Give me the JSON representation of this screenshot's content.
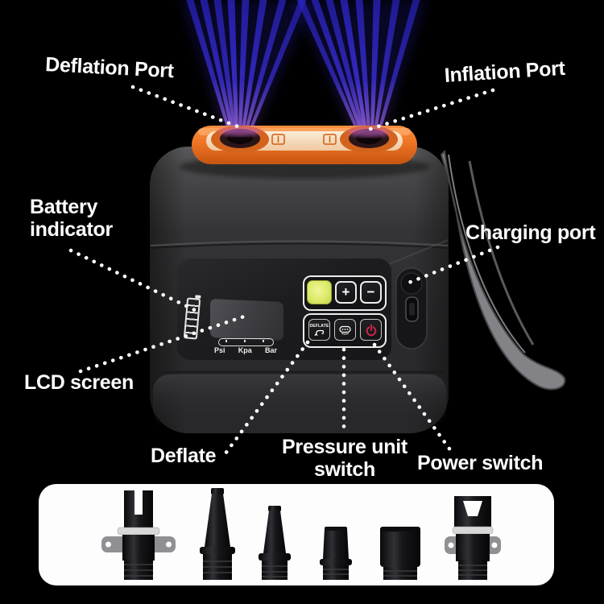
{
  "scene": {
    "background": "#000000",
    "description": "Portable electric air pump, annotated product diagram with nozzle attachments"
  },
  "annotations": {
    "deflation_port": "Deflation Port",
    "inflation_port": "Inflation Port",
    "battery_indicator": "Battery\nindicator",
    "charging_port": "Charging port",
    "lcd_screen": "LCD screen",
    "deflate": "Deflate",
    "pressure_unit_switch": "Pressure unit\nswitch",
    "power_switch": "Power switch"
  },
  "device": {
    "display_units": [
      "Psi",
      "Kpa",
      "Bar"
    ],
    "buttons": {
      "plus": "+",
      "minus": "−",
      "deflate": "DEFLATE"
    },
    "icons": [
      "light-button",
      "deflate-arrow-icon",
      "unit-cycle-icon",
      "power-icon",
      "battery-gauge-icon"
    ],
    "colors": {
      "top_accent_orange": "#e8671f",
      "body_gray": "#2e2e30",
      "beam_blue": "#2b2bd8",
      "light_button_yellow": "#dcea69",
      "power_red": "#c42040",
      "label_text": "#ffffff",
      "tray_white": "#ffffff"
    }
  },
  "accessories": {
    "tray": "nozzle-attachment-tray",
    "items": [
      "boston-valve-adapter",
      "long-cone-nozzle",
      "medium-cone-nozzle",
      "small-barrel-nozzle",
      "large-barrel-nozzle",
      "pinch-valve-adapter"
    ]
  }
}
